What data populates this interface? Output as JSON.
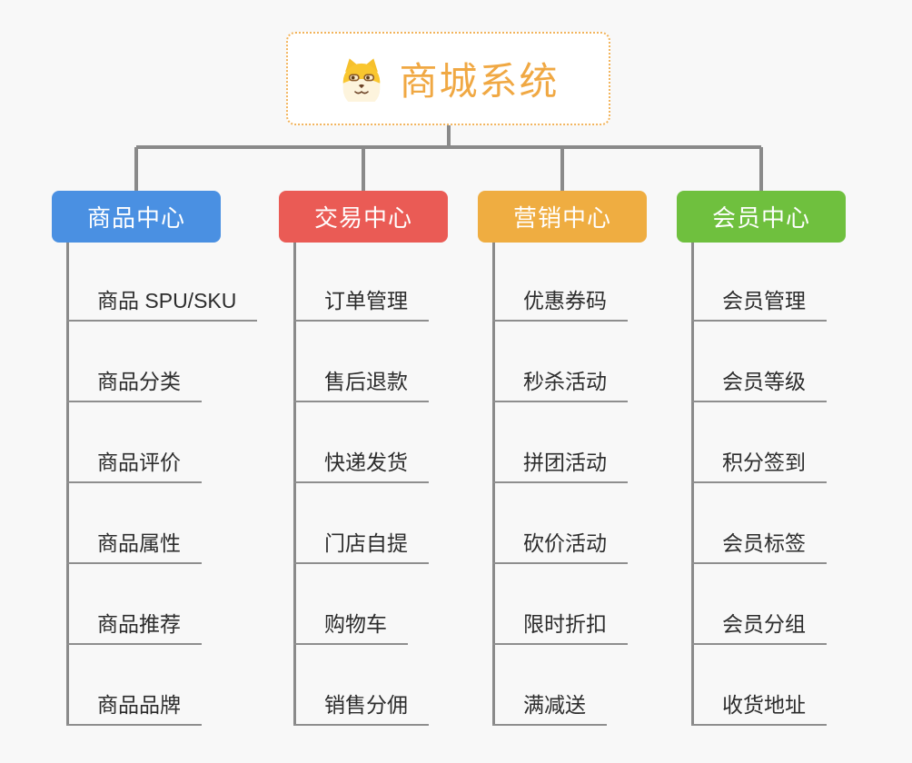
{
  "root": {
    "title": "商城系统",
    "icon": "dog-face-icon"
  },
  "branches": [
    {
      "label": "商品中心",
      "color": "#4a90e2",
      "items": [
        "商品 SPU/SKU",
        "商品分类",
        "商品评价",
        "商品属性",
        "商品推荐",
        "商品品牌"
      ]
    },
    {
      "label": "交易中心",
      "color": "#ea5b55",
      "items": [
        "订单管理",
        "售后退款",
        "快递发货",
        "门店自提",
        "购物车",
        "销售分佣"
      ]
    },
    {
      "label": "营销中心",
      "color": "#efad41",
      "items": [
        "优惠券码",
        "秒杀活动",
        "拼团活动",
        "砍价活动",
        "限时折扣",
        "满减送"
      ]
    },
    {
      "label": "会员中心",
      "color": "#6fc03e",
      "items": [
        "会员管理",
        "会员等级",
        "积分签到",
        "会员标签",
        "会员分组",
        "收货地址"
      ]
    }
  ],
  "colors": {
    "background": "#f8f8f8",
    "connector_gray": "#8a8a8a",
    "underline_gray": "#8e8e8e",
    "root_border_orange": "#f2b45c",
    "root_text_orange": "#f0a843",
    "item_text": "#2c2c2c",
    "header_text": "#ffffff"
  }
}
